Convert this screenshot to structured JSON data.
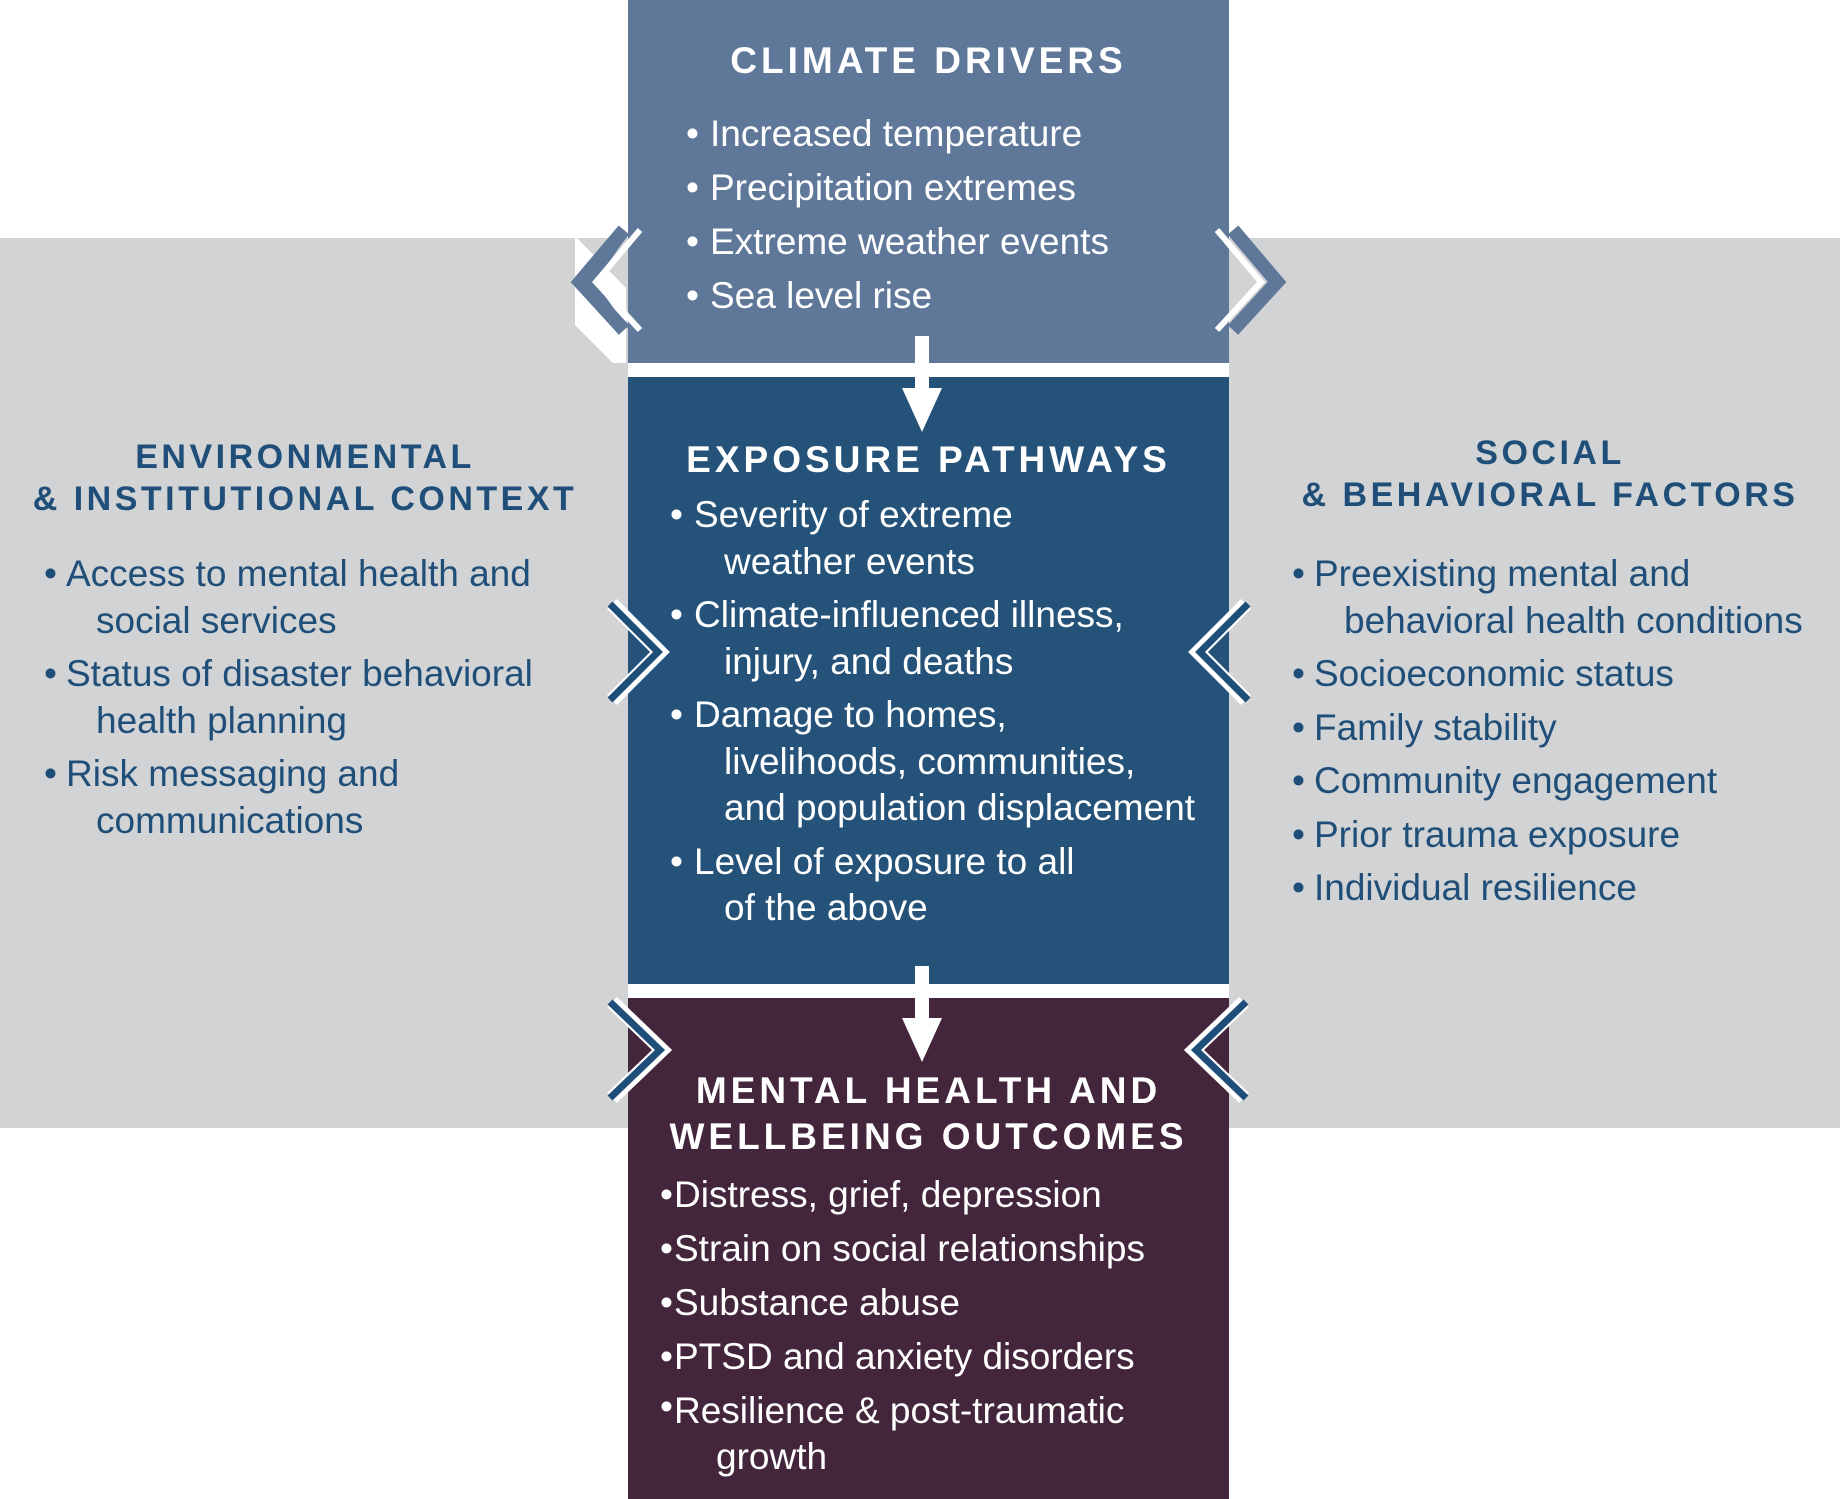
{
  "climate_drivers": {
    "title": "CLIMATE DRIVERS",
    "items": [
      "Increased temperature",
      "Precipitation extremes",
      "Extreme weather events",
      "Sea level rise"
    ]
  },
  "exposure_pathways": {
    "title": "EXPOSURE PATHWAYS",
    "items": [
      [
        "Severity of extreme",
        "weather events"
      ],
      [
        "Climate-influenced illness,",
        "injury, and deaths"
      ],
      [
        "Damage to homes,",
        "livelihoods, communities,",
        "and population displacement"
      ],
      [
        "Level of exposure to all",
        "of the above"
      ]
    ]
  },
  "outcomes": {
    "title_line1": "MENTAL HEALTH AND",
    "title_line2": "WELLBEING OUTCOMES",
    "items": [
      [
        "Distress, grief, depression"
      ],
      [
        "Strain on social relationships"
      ],
      [
        "Substance abuse"
      ],
      [
        "PTSD and anxiety disorders"
      ],
      [
        "Resilience & post-traumatic",
        "growth"
      ]
    ]
  },
  "environmental_context": {
    "title_line1": "ENVIRONMENTAL",
    "title_line2": "& INSTITUTIONAL CONTEXT",
    "items": [
      [
        "Access to mental health and",
        "social services"
      ],
      [
        "Status of disaster behavioral",
        "health planning"
      ],
      [
        "Risk messaging and",
        "communications"
      ]
    ]
  },
  "social_factors": {
    "title_line1": "SOCIAL",
    "title_line2": "& BEHAVIORAL FACTORS",
    "items": [
      [
        "Preexisting mental and",
        "behavioral health conditions"
      ],
      [
        "Socioeconomic status"
      ],
      [
        "Family stability"
      ],
      [
        "Community engagement"
      ],
      [
        "Prior trauma exposure"
      ],
      [
        "Individual resilience"
      ]
    ]
  },
  "colors": {
    "climate": "#5f7899",
    "exposure": "#255279",
    "outcomes": "#43263b",
    "side_band": "#d1d3d4",
    "side_text": "#1f4e79",
    "chevron": "#1f4e79"
  },
  "icons": [
    "chevron-left-icon",
    "chevron-right-icon",
    "arrow-down-icon"
  ]
}
